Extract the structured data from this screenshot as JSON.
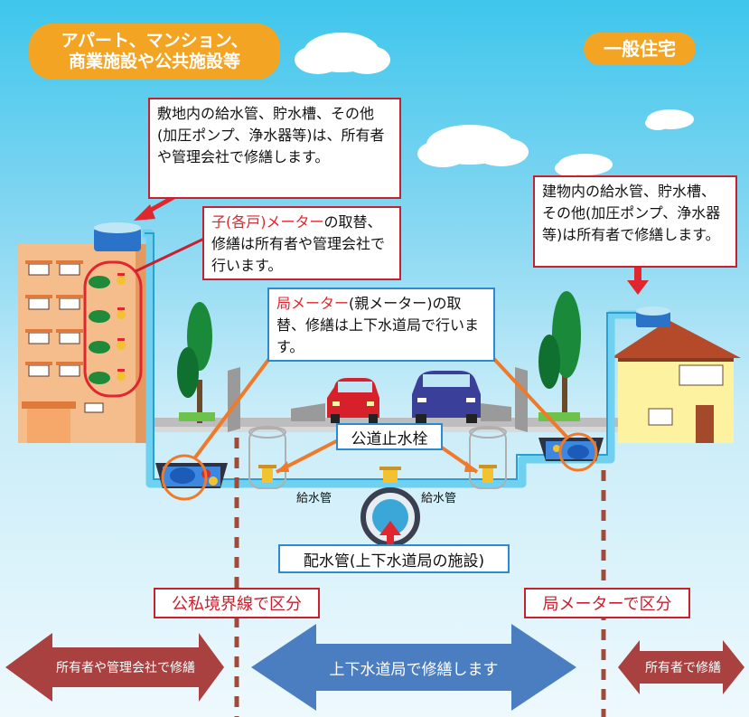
{
  "colors": {
    "sky": "#3ec6ec",
    "orange": "#f3a423",
    "note_border_red": "#c8202f",
    "note_border_blue": "#2e8ad0",
    "pipe": "#6fd0f0",
    "dashed_boundary": "#a04a3a",
    "arrow_owner": "#a8413f",
    "arrow_bureau": "#4a7ec0"
  },
  "headers": {
    "apartment_line1": "アパート、マンション、",
    "apartment_line2": "商業施設や公共施設等",
    "house": "一般住宅"
  },
  "notes": {
    "apartment_private": "敷地内の給水管、貯水槽、その他(加圧ポンプ、浄水器等)は、所有者や管理会社で修繕します。",
    "child_meter_red": "子(各戸)メーター",
    "child_meter_rest": "の取替、修繕は所有者や管理会社で行います。",
    "bureau_meter_red": "局メーター",
    "bureau_meter_rest": "(親メーター)の取替、修繕は上下水道局で行います。",
    "house_private": "建物内の給水管、貯水槽、その他(加圧ポンプ、浄水器等)は所有者で修繕します。"
  },
  "labels": {
    "stop_valve": "公道止水栓",
    "supply_pipe_left": "給水管",
    "supply_pipe_right": "給水管",
    "distribution_main": "配水管(上下水道局の施設)",
    "boundary_private": "公私境界線で区分",
    "boundary_meter": "局メーターで区分"
  },
  "arrows": {
    "owner_or_manager": "所有者や管理会社で修繕",
    "water_bureau": "上下水道局で修繕します",
    "owner": "所有者で修繕"
  },
  "icons": [
    "cloud-icon",
    "apartment-building-icon",
    "house-icon",
    "car-icon",
    "tree-icon",
    "water-tank-icon",
    "water-meter-icon",
    "valve-icon"
  ]
}
